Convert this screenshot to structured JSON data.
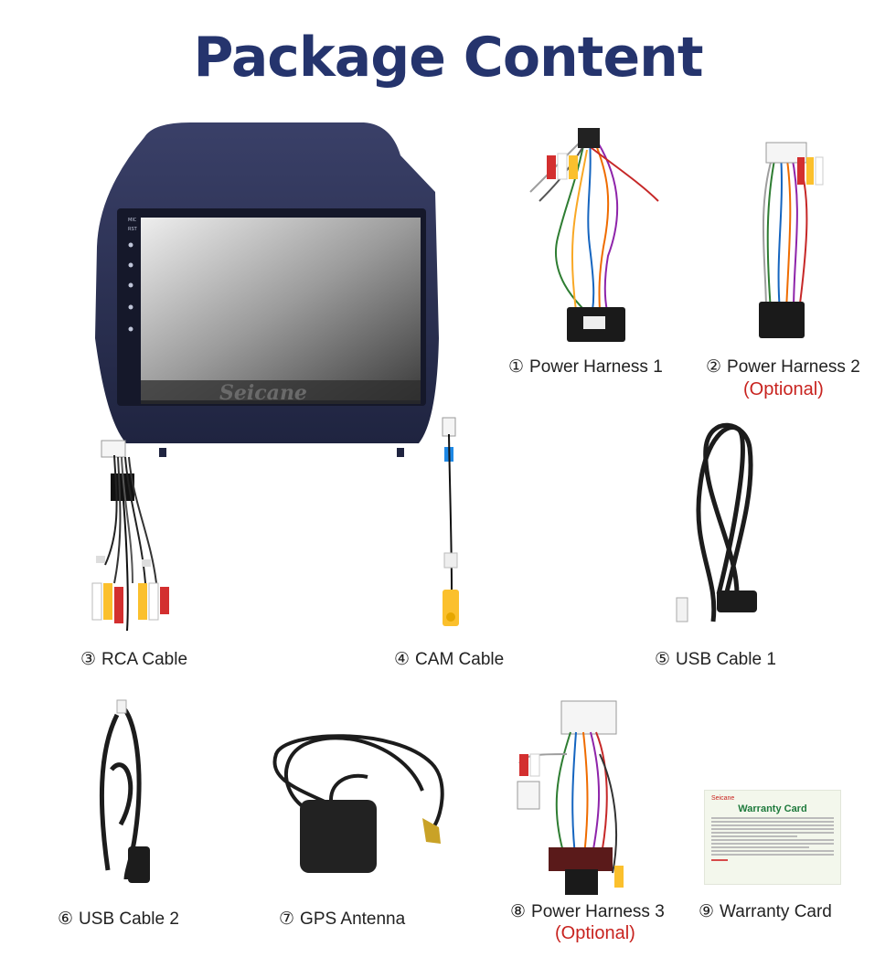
{
  "title": "Package Content",
  "head_unit": {
    "brand": "Seicane",
    "side_buttons": [
      "MIC",
      "RST"
    ]
  },
  "items": [
    {
      "num": "①",
      "label": "Power Harness 1",
      "optional": ""
    },
    {
      "num": "②",
      "label": "Power Harness 2",
      "optional": "(Optional)"
    },
    {
      "num": "③",
      "label": "RCA Cable",
      "optional": ""
    },
    {
      "num": "④",
      "label": "CAM Cable",
      "optional": ""
    },
    {
      "num": "⑤",
      "label": "USB Cable 1",
      "optional": ""
    },
    {
      "num": "⑥",
      "label": "USB Cable 2",
      "optional": ""
    },
    {
      "num": "⑦",
      "label": "GPS Antenna",
      "optional": ""
    },
    {
      "num": "⑧",
      "label": "Power Harness 3",
      "optional": "(Optional)"
    },
    {
      "num": "⑨",
      "label": "Warranty Card",
      "optional": ""
    }
  ],
  "warranty_card": {
    "brand": "Seicane",
    "title": "Warranty Card"
  },
  "colors": {
    "title": "#25346d",
    "optional": "#c8231f",
    "unit_body": "#2a3050"
  }
}
